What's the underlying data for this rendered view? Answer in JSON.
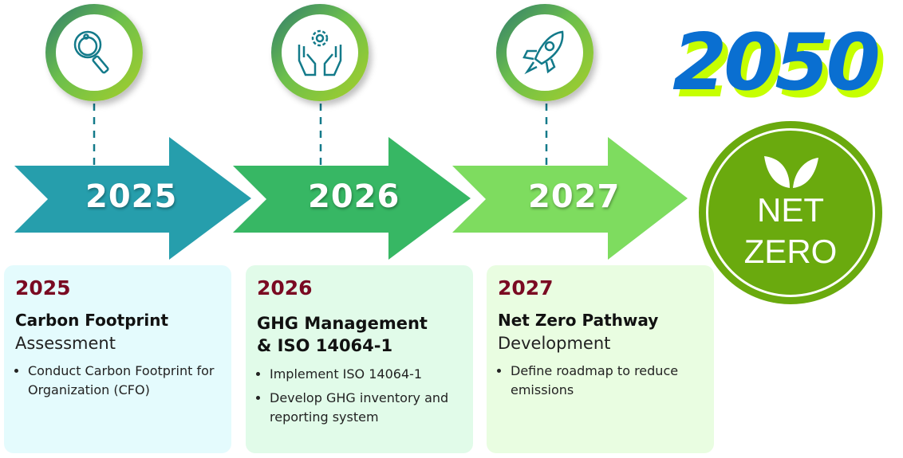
{
  "timeline": [
    {
      "year": "2025",
      "icon": "magnifier-icon",
      "color": "#269eac"
    },
    {
      "year": "2026",
      "icon": "hands-gear-icon",
      "color": "#37b764"
    },
    {
      "year": "2027",
      "icon": "rocket-icon",
      "color": "#7edc5f"
    }
  ],
  "cards": [
    {
      "year": "2025",
      "title": "Carbon Footprint",
      "subtitle": "Assessment",
      "bullets": [
        "Conduct Carbon Footprint for Organization (CFO)"
      ],
      "bg": "#e4fbfd"
    },
    {
      "year": "2026",
      "title_line1": "GHG Management",
      "title_line2": "& ISO 14064-1",
      "bullets": [
        "Implement ISO 14064-1",
        "Develop GHG inventory and reporting system"
      ],
      "bg": "#e1fbe9"
    },
    {
      "year": "2027",
      "title": "Net Zero Pathway",
      "subtitle": "Development",
      "bullets": [
        "Define roadmap to reduce emissions"
      ],
      "bg": "#e9fde1"
    }
  ],
  "goal": {
    "year": "2050",
    "badge_line1": "NET",
    "badge_line2": "ZERO",
    "badge_icon": "leaves-icon"
  },
  "colors": {
    "year_text": "#7a0a22",
    "goal_blue": "#0a6fd1",
    "goal_shadow": "#c6ff00",
    "badge_green": "#6aaa0e",
    "icon_stroke": "#137a8a"
  }
}
